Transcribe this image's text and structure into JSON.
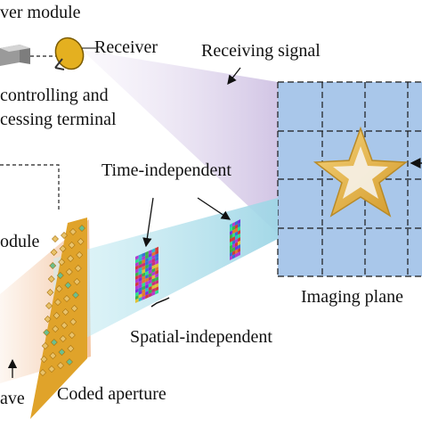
{
  "labels": {
    "power_module": "ver module",
    "receiver": "Receiver",
    "receiving_signal": "Receiving signal",
    "controlling_line1": "controlling and",
    "controlling_line2": "cessing terminal",
    "time_independent": "Time-independent",
    "module": "odule",
    "imaging_plane": "Imaging plane",
    "spatial_independent": "Spatial-independent",
    "wave": "ave",
    "coded_aperture": "Coded aperture"
  },
  "colors": {
    "grid_fill": "#a9c7ea",
    "beam_purple": "#d9cfe6",
    "beam_cyan": "#bfe6ee",
    "beam_peach": "#f6d3b6",
    "aperture": "#e0a32a",
    "star_gold": "#e3b44a",
    "star_white": "#f6f2ea",
    "antenna": "#e4b020"
  },
  "icons": [
    "transmitter-box-icon",
    "dish-antenna-icon",
    "star-target-icon"
  ]
}
